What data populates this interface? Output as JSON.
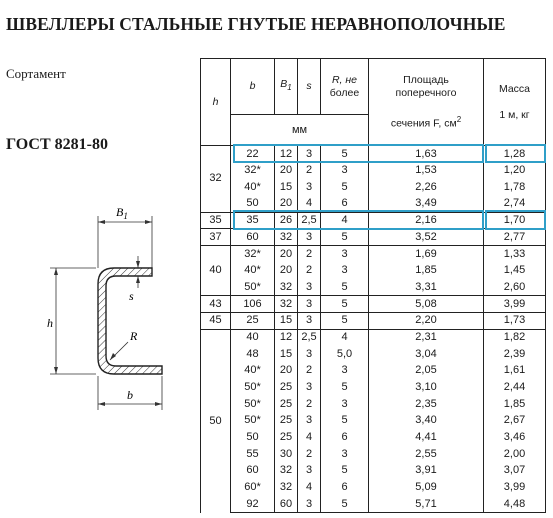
{
  "title": "ШВЕЛЛЕРЫ СТАЛЬНЫЕ ГНУТЫЕ НЕРАВНОПОЛОЧНЫЕ",
  "sortament": "Сортамент",
  "gost": "ГОСТ 8281-80",
  "drawing": {
    "b1": "B",
    "b1_sub": "1",
    "h": "h",
    "s": "s",
    "r": "R",
    "b": "b"
  },
  "table": {
    "headers": {
      "h": "h",
      "b": "b",
      "b1": "B",
      "b1_sub": "1",
      "s": "s",
      "r_line1": "R, не",
      "r_line2": "более",
      "area_line1": "Площадь",
      "area_line2": "поперечного",
      "area_line3": "сечения F, см",
      "area_sup": "2",
      "mass_line1": "Масса",
      "mass_line2": "1 м, кг",
      "units": "мм"
    },
    "groups": [
      {
        "h": "32",
        "rows": [
          {
            "b": "22",
            "b1": "12",
            "s": "3",
            "r": "5",
            "area": "1,63",
            "mass": "1,28",
            "highlight": true
          },
          {
            "b": "32*",
            "b1": "20",
            "s": "2",
            "r": "3",
            "area": "1,53",
            "mass": "1,20"
          },
          {
            "b": "40*",
            "b1": "15",
            "s": "3",
            "r": "5",
            "area": "2,26",
            "mass": "1,78"
          },
          {
            "b": "50",
            "b1": "20",
            "s": "4",
            "r": "6",
            "area": "3,49",
            "mass": "2,74"
          }
        ]
      },
      {
        "h": "35",
        "rows": [
          {
            "b": "35",
            "b1": "26",
            "s": "2,5",
            "r": "4",
            "area": "2,16",
            "mass": "1,70",
            "highlight": true
          }
        ]
      },
      {
        "h": "37",
        "rows": [
          {
            "b": "60",
            "b1": "32",
            "s": "3",
            "r": "5",
            "area": "3,52",
            "mass": "2,77"
          }
        ]
      },
      {
        "h": "40",
        "rows": [
          {
            "b": "32*",
            "b1": "20",
            "s": "2",
            "r": "3",
            "area": "1,69",
            "mass": "1,33"
          },
          {
            "b": "40*",
            "b1": "20",
            "s": "2",
            "r": "3",
            "area": "1,85",
            "mass": "1,45"
          },
          {
            "b": "50*",
            "b1": "32",
            "s": "3",
            "r": "5",
            "area": "3,31",
            "mass": "2,60"
          }
        ]
      },
      {
        "h": "43",
        "rows": [
          {
            "b": "106",
            "b1": "32",
            "s": "3",
            "r": "5",
            "area": "5,08",
            "mass": "3,99"
          }
        ]
      },
      {
        "h": "45",
        "rows": [
          {
            "b": "25",
            "b1": "15",
            "s": "3",
            "r": "5",
            "area": "2,20",
            "mass": "1,73"
          }
        ]
      },
      {
        "h": "50",
        "rows": [
          {
            "b": "40",
            "b1": "12",
            "s": "2,5",
            "r": "4",
            "area": "2,31",
            "mass": "1,82"
          },
          {
            "b": "48",
            "b1": "15",
            "s": "3",
            "r": "5,0",
            "area": "3,04",
            "mass": "2,39"
          },
          {
            "b": "40*",
            "b1": "20",
            "s": "2",
            "r": "3",
            "area": "2,05",
            "mass": "1,61"
          },
          {
            "b": "50*",
            "b1": "25",
            "s": "3",
            "r": "5",
            "area": "3,10",
            "mass": "2,44"
          },
          {
            "b": "50*",
            "b1": "25",
            "s": "2",
            "r": "3",
            "area": "2,35",
            "mass": "1,85"
          },
          {
            "b": "50*",
            "b1": "25",
            "s": "3",
            "r": "5",
            "area": "3,40",
            "mass": "2,67"
          },
          {
            "b": "50",
            "b1": "25",
            "s": "4",
            "r": "6",
            "area": "4,41",
            "mass": "3,46"
          },
          {
            "b": "55",
            "b1": "30",
            "s": "2",
            "r": "3",
            "area": "2,55",
            "mass": "2,00"
          },
          {
            "b": "60",
            "b1": "32",
            "s": "3",
            "r": "5",
            "area": "3,91",
            "mass": "3,07"
          },
          {
            "b": "60*",
            "b1": "32",
            "s": "4",
            "r": "6",
            "area": "5,09",
            "mass": "3,99"
          },
          {
            "b": "92",
            "b1": "60",
            "s": "3",
            "r": "5",
            "area": "5,71",
            "mass": "4,48"
          }
        ]
      }
    ]
  },
  "colors": {
    "highlight": "#2f9fc8",
    "lines": "#222222",
    "text": "#1a1a1a"
  }
}
